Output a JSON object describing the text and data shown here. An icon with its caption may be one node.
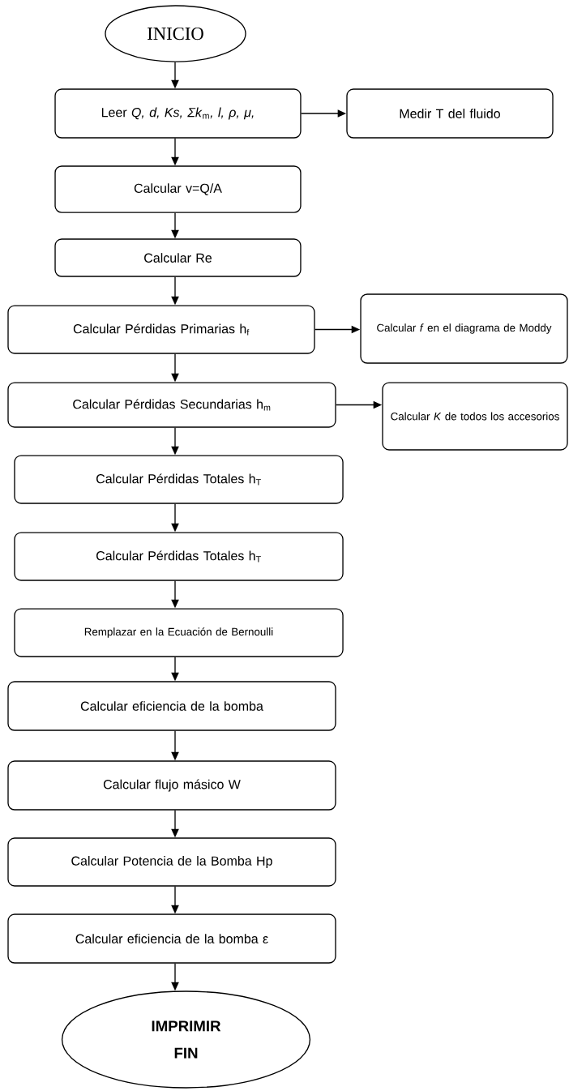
{
  "diagram": {
    "nodes": [
      {
        "text": [
          "INICIO"
        ]
      },
      {
        "text": [
          "Leer *Q, d, Ks, Σk*$_{m}$*, l, ρ, μ,*"
        ]
      },
      {
        "text": [
          "Medir T del fluido"
        ]
      },
      {
        "text": [
          "Calcular v=Q/A"
        ]
      },
      {
        "text": [
          "Calcular Re"
        ]
      },
      {
        "text": [
          "Calcular Pérdidas Primarias h$_{f}$"
        ]
      },
      {
        "text": [
          "Calcular *f* en el diagrama de Moddy"
        ]
      },
      {
        "text": [
          "Calcular Pérdidas Secundarias h$_{m}$"
        ]
      },
      {
        "text": [
          "Calcular *K* de todos los accesorios"
        ]
      },
      {
        "text": [
          "Calcular Pérdidas Totales h$_{T}$"
        ]
      },
      {
        "text": [
          "Calcular Pérdidas Totales h$_{T}$"
        ]
      },
      {
        "text": [
          "Remplazar en la Ecuación de Bernoulli"
        ]
      },
      {
        "text": [
          "Calcular eficiencia de la bomba"
        ]
      },
      {
        "text": [
          "Calcular flujo másico W"
        ]
      },
      {
        "text": [
          "Calcular Potencia de la Bomba Hp"
        ]
      },
      {
        "text": [
          "Calcular eficiencia de la bomba ε"
        ]
      },
      {
        "text": [
          "IMPRIMIR",
          "FIN"
        ]
      }
    ],
    "edges": [
      {
        "from": 0,
        "to": 1,
        "arrow": "to"
      },
      {
        "from": 1,
        "to": 2,
        "arrow": "to"
      },
      {
        "from": 1,
        "to": 3,
        "arrow": "to"
      },
      {
        "from": 3,
        "to": 4,
        "arrow": "to"
      },
      {
        "from": 4,
        "to": 5,
        "arrow": "to"
      },
      {
        "from": 5,
        "to": 6,
        "arrow": "to"
      },
      {
        "from": 5,
        "to": 7,
        "arrow": "to"
      },
      {
        "from": 7,
        "to": 8,
        "arrow": "to"
      },
      {
        "from": 7,
        "to": 9,
        "arrow": "to"
      },
      {
        "from": 9,
        "to": 10,
        "arrow": "to"
      },
      {
        "from": 10,
        "to": 11,
        "arrow": "to"
      },
      {
        "from": 11,
        "to": 12,
        "arrow": "to"
      },
      {
        "from": 12,
        "to": 13,
        "arrow": "to"
      },
      {
        "from": 13,
        "to": 14,
        "arrow": "to"
      },
      {
        "from": 14,
        "to": 15,
        "arrow": "to"
      },
      {
        "from": 15,
        "to": 16,
        "arrow": "to"
      }
    ]
  }
}
